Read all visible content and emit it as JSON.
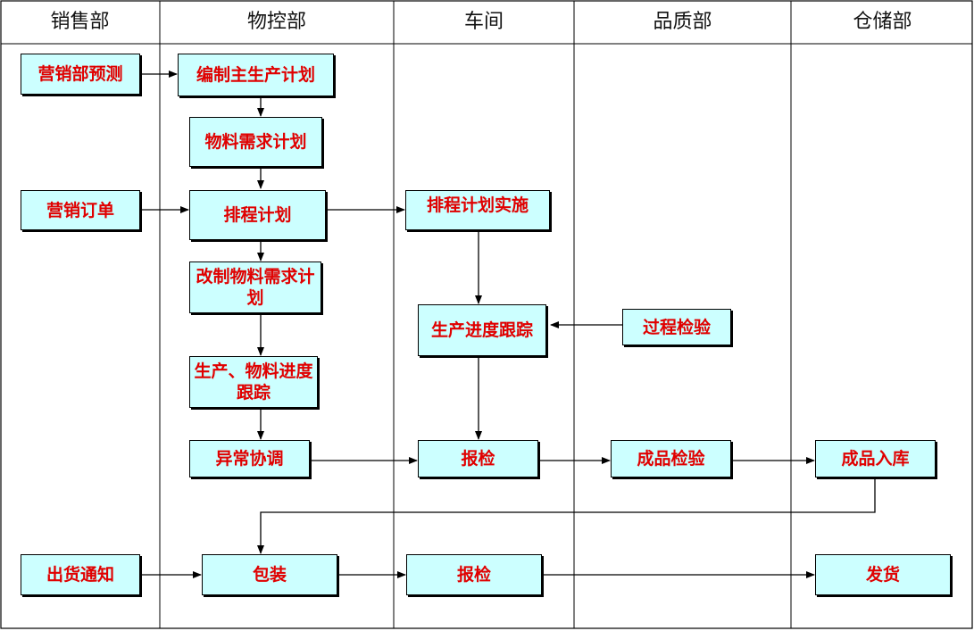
{
  "lanes": [
    "销售部",
    "物控部",
    "车间",
    "品质部",
    "仓储部"
  ],
  "nodes": {
    "sales_forecast": "营销部预测",
    "master_plan": "编制主生产计划",
    "mrp": "物料需求计划",
    "sales_order": "营销订单",
    "schedule": "排程计划",
    "schedule_exec": "排程计划实施",
    "revise_mrp": "改制物料需求计划",
    "progress_track": "生产进度跟踪",
    "process_inspect": "过程检验",
    "prod_material_track": "生产、物料进度跟踪",
    "exception": "异常协调",
    "report_inspect_1": "报检",
    "final_inspect": "成品检验",
    "warehousing": "成品入库",
    "ship_notice": "出货通知",
    "packing": "包装",
    "report_inspect_2": "报检",
    "shipping": "发货"
  },
  "colors": {
    "box_fill": "#ccffff",
    "text": "#e00000",
    "line": "#000000"
  }
}
